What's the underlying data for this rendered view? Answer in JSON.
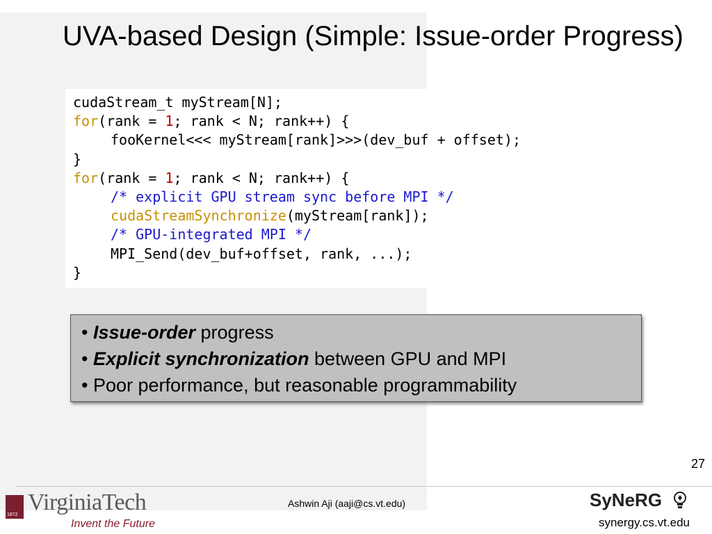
{
  "slide": {
    "title": "UVA-based Design (Simple: Issue-order Progress)",
    "page_number": "27"
  },
  "code": {
    "lines": [
      {
        "parts": [
          {
            "t": "cudaStream_t myStream[N];",
            "c": "plain"
          }
        ]
      },
      {
        "parts": [
          {
            "t": "for",
            "c": "kw"
          },
          {
            "t": "(rank = ",
            "c": "plain"
          },
          {
            "t": "1",
            "c": "num"
          },
          {
            "t": "; rank < N; rank++) {",
            "c": "plain"
          }
        ]
      },
      {
        "indent": 1,
        "parts": [
          {
            "t": "fooKernel<<< myStream[rank]>>>(dev_buf + offset);",
            "c": "plain"
          }
        ]
      },
      {
        "parts": [
          {
            "t": "}",
            "c": "plain"
          }
        ]
      },
      {
        "parts": [
          {
            "t": "for",
            "c": "kw"
          },
          {
            "t": "(rank = ",
            "c": "plain"
          },
          {
            "t": "1",
            "c": "num"
          },
          {
            "t": "; rank < N; rank++) {",
            "c": "plain"
          }
        ]
      },
      {
        "indent": 1,
        "parts": [
          {
            "t": "/* explicit GPU stream sync before MPI */",
            "c": "cm"
          }
        ]
      },
      {
        "indent": 1,
        "parts": [
          {
            "t": "cudaStreamSynchronize",
            "c": "fn"
          },
          {
            "t": "(myStream[rank]);",
            "c": "plain"
          }
        ]
      },
      {
        "indent": 1,
        "parts": [
          {
            "t": "/* GPU-integrated MPI */",
            "c": "cm"
          }
        ]
      },
      {
        "indent": 1,
        "parts": [
          {
            "t": "MPI_Send(dev_buf+offset, rank, ...);",
            "c": "plain"
          }
        ]
      },
      {
        "parts": [
          {
            "t": "}",
            "c": "plain"
          }
        ]
      }
    ]
  },
  "bullets": [
    {
      "bold": "Issue-order",
      "rest": " progress"
    },
    {
      "bold": "Explicit synchronization",
      "rest": " between GPU and MPI"
    },
    {
      "bold": "",
      "rest": "Poor performance, but reasonable programmability"
    }
  ],
  "footer": {
    "author": "Ashwin Aji (aaji@cs.vt.edu)",
    "vt_name": "VirginiaTech",
    "vt_tagline": "Invent the Future",
    "vt_seal_year": "1872",
    "synerg_name": "SyNeRG",
    "synerg_url": "synergy.cs.vt.edu"
  },
  "colors": {
    "keyword": "#c79100",
    "number": "#c00000",
    "comment": "#1a1acc",
    "vt_maroon": "#7a1f2e"
  }
}
